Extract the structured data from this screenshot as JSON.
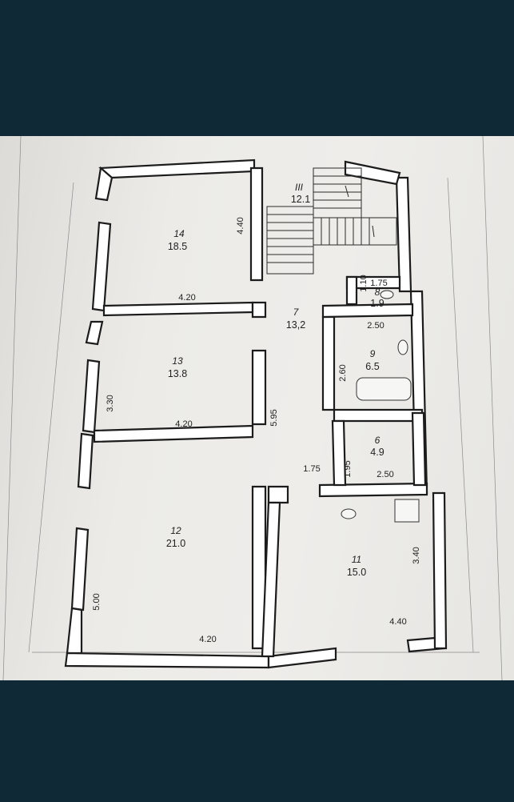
{
  "rooms": [
    {
      "id": "14",
      "area": "18.5"
    },
    {
      "id": "III",
      "area": "12.1"
    },
    {
      "id": "8",
      "area": "1.9"
    },
    {
      "id": "7",
      "area": "13,2"
    },
    {
      "id": "9",
      "area": "6.5"
    },
    {
      "id": "13",
      "area": "13.8"
    },
    {
      "id": "6",
      "area": "4.9"
    },
    {
      "id": "12",
      "area": "21.0"
    },
    {
      "id": "11",
      "area": "15.0"
    }
  ],
  "dimensions": {
    "d_440_a": "4.40",
    "d_420_a": "4.20",
    "d_110": "1.10",
    "d_175_a": "1.75",
    "d_250_a": "2.50",
    "d_260": "2.60",
    "d_330": "3.30",
    "d_420_b": "4.20",
    "d_595": "5.95",
    "d_175_b": "1.75",
    "d_195": "1.95",
    "d_250_b": "2.50",
    "d_340": "3.40",
    "d_500": "5.00",
    "d_420_c": "4.20",
    "d_440_b": "4.40"
  },
  "colors": {
    "background": "#0f2a36",
    "paper": "#ecebe8",
    "wall_fill": "#ffffff",
    "line": "#1c1c1c"
  }
}
